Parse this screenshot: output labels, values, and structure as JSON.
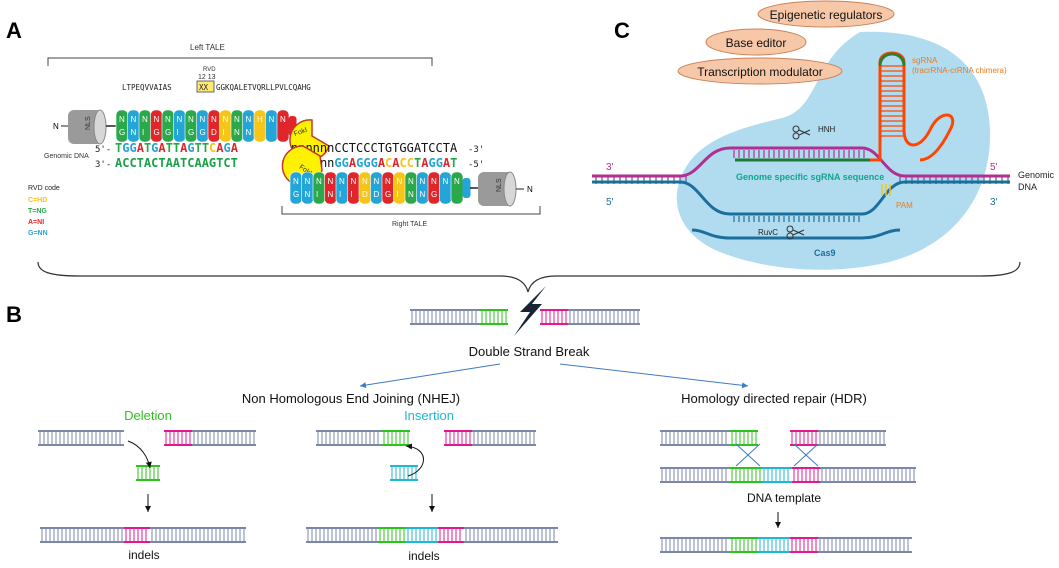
{
  "panels": {
    "a": "A",
    "b": "B",
    "c": "C"
  },
  "panel_a": {
    "left_tale_label": "Left TALE",
    "right_tale_label": "Right TALE",
    "rvd_label": "RVD",
    "rvd_positions": "12 13",
    "protein_seq_left": "LTPEQVVAIAS",
    "rvd_box": "XX",
    "protein_seq_right": "GGKQALETVQRLLPVLCQAHG",
    "nls": "NLS",
    "n_term": "N",
    "genomic_dna": "Genomic DNA",
    "top_strand": {
      "prime5": "5'-",
      "bases": "TGGATGATTAGTTCAGA",
      "spacer": "nnnnnnCCTCCCTGTGGATCCTA",
      "prime3": "-3'"
    },
    "bottom_strand": {
      "prime3": "3'-",
      "bases": "ACCTACTAATCAAGTCT",
      "spacer": "nnnnnnGGAGGGACACCTAGGAT",
      "prime5": "-5'"
    },
    "foki": "FokI",
    "rvd_code_title": "RVD code",
    "rvd_code": [
      {
        "text": "C=HD",
        "color": "#f5c518"
      },
      {
        "text": "T=NG",
        "color": "#2aa84a"
      },
      {
        "text": "A=NI",
        "color": "#e0262b"
      },
      {
        "text": "G=NN",
        "color": "#24a5d8"
      }
    ],
    "left_repeats_top": [
      "N",
      "N",
      "N",
      "N",
      "N",
      "N",
      "N",
      "N",
      "N",
      "N",
      "N",
      "N",
      "H",
      "N",
      "N"
    ],
    "left_repeats_bottom": [
      "G",
      "N",
      "I",
      "G",
      "G",
      "I",
      "G",
      "G",
      "D",
      "I",
      "N",
      "N"
    ],
    "right_repeats_top": [
      "N",
      "N",
      "N",
      "N",
      "N",
      "N",
      "N",
      "N",
      "N",
      "N",
      "N",
      "N",
      "N",
      "N",
      "N"
    ],
    "right_repeats_bottom": [
      "G",
      "N",
      "I",
      "N",
      "I",
      "I",
      "D",
      "D",
      "G",
      "I",
      "N",
      "N",
      "G"
    ]
  },
  "panel_c": {
    "ovals": [
      "Epigenetic regulators",
      "Base editor",
      "Transcription modulator"
    ],
    "sgrna": "sgRNA",
    "sgrna_sub": "(tracrRNA-crRNA chimera)",
    "hnh": "HNH",
    "ruvc": "RuvC",
    "cas9": "Cas9",
    "pam": "PAM",
    "sgrna_seq": "Genome specific sgRNA sequence",
    "p3_left": "3'",
    "p5_left": "5'",
    "p5_right": "5'",
    "p3_right": "3'",
    "genomic": "Genomic",
    "dna": "DNA"
  },
  "panel_b": {
    "dsb": "Double Strand Break",
    "nhej": "Non Homologous End Joining (NHEJ)",
    "hdr": "Homology directed repair (HDR)",
    "deletion": "Deletion",
    "insertion": "Insertion",
    "indels_1": "indels",
    "indels_2": "indels",
    "dna_template": "DNA template"
  },
  "colors": {
    "green": "#2ec21f",
    "magenta": "#e0198f",
    "cyan": "#1fb7d4",
    "dna": "#7b86a8",
    "blue_arrow": "#3d7bc4",
    "orange_text": "#e87b1f",
    "teal_text": "#12a48a",
    "cas9_blue": "#a9d8ee",
    "oval_fill": "#f6c8a8",
    "oval_stroke": "#c9825a"
  }
}
